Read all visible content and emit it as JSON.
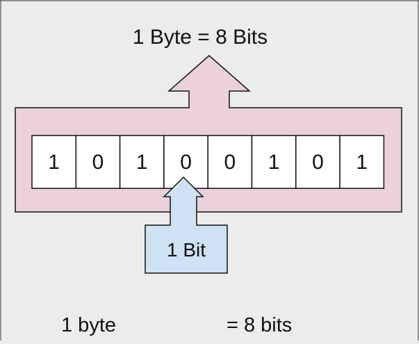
{
  "title": "1 Byte = 8 Bits",
  "bits": [
    "1",
    "0",
    "1",
    "0",
    "0",
    "1",
    "0",
    "1"
  ],
  "bit_callout": "1 Bit",
  "footer": {
    "left": "1 byte",
    "right": "= 8 bits"
  },
  "colors": {
    "background": "#ececec",
    "byte_fill": "#ead1dc",
    "bit_fill": "#cfe2f3",
    "cell_fill": "#ffffff",
    "outline": "#111111"
  }
}
